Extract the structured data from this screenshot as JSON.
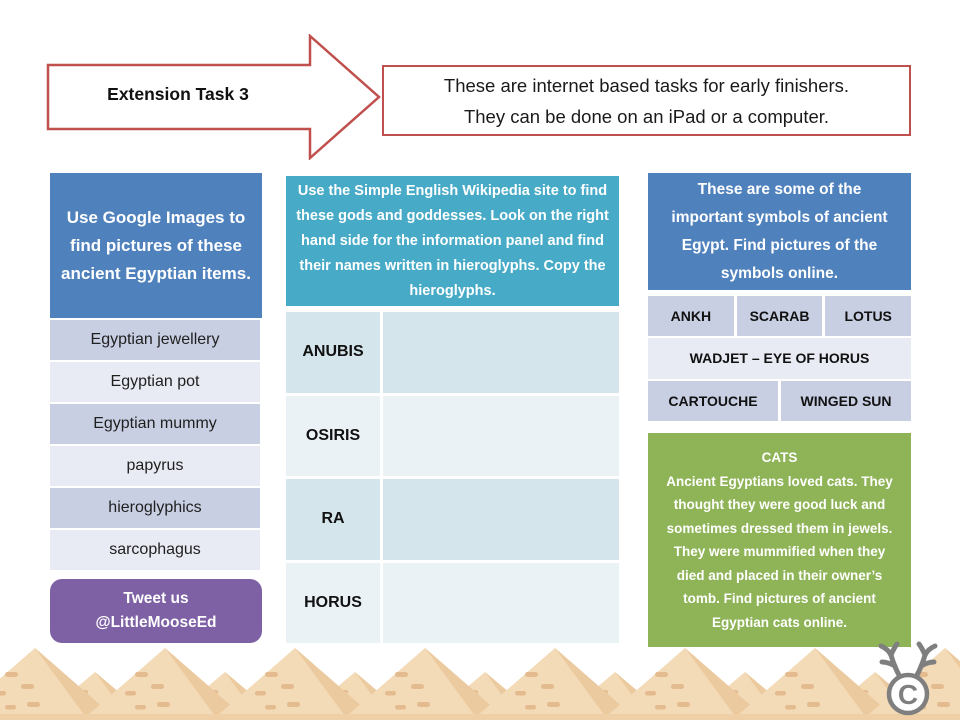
{
  "header": {
    "task_label": "Extension Task 3",
    "description_line1": "These are internet based tasks for early finishers.",
    "description_line2": "They can be done on an iPad or a computer."
  },
  "left_column": {
    "header": "Use Google Images to find pictures of these ancient Egyptian items.",
    "items": [
      "Egyptian jewellery",
      "Egyptian pot",
      "Egyptian mummy",
      "papyrus",
      "hieroglyphics",
      "sarcophagus"
    ],
    "tweet": {
      "line1": "Tweet us",
      "line2": "@LittleMooseEd"
    }
  },
  "middle_column": {
    "header": "Use the Simple English Wikipedia site to find these gods and goddesses. Look on the right hand side for the information panel and find their names written in hieroglyphs. Copy the hieroglyphs.",
    "gods": [
      "ANUBIS",
      "OSIRIS",
      "RA",
      "HORUS"
    ]
  },
  "right_column": {
    "header": "These are some of the important symbols of ancient Egypt. Find pictures of the symbols online.",
    "symbols": {
      "row1": [
        "ANKH",
        "SCARAB",
        "LOTUS"
      ],
      "row2": [
        "WADJET – EYE OF HORUS"
      ],
      "row3": [
        "CARTOUCHE",
        "WINGED SUN"
      ]
    },
    "cats": {
      "title": "CATS",
      "text": "Ancient Egyptians loved cats. They thought they were good luck and sometimes dressed them in jewels. They were mummified when they died and placed in their owner’s tomb. Find pictures of ancient Egyptian cats online."
    }
  },
  "footer": {
    "logo_name": "little-moose-copyright-logo"
  },
  "colors": {
    "accent_red": "#c0504d",
    "accent_blue": "#4f81bd",
    "accent_teal": "#47aac6",
    "accent_purple": "#7e61a5",
    "accent_green": "#8fb457",
    "row_lavender_dark": "#c9cfe3",
    "row_lavender_light": "#e9ebf4",
    "row_teal_dark": "#d5e5ec",
    "row_teal_light": "#ebf2f6",
    "pyramid_sand": "#f4dbb8",
    "pyramid_shade": "#ebca9f",
    "logo_gray": "#7f7f7f"
  }
}
